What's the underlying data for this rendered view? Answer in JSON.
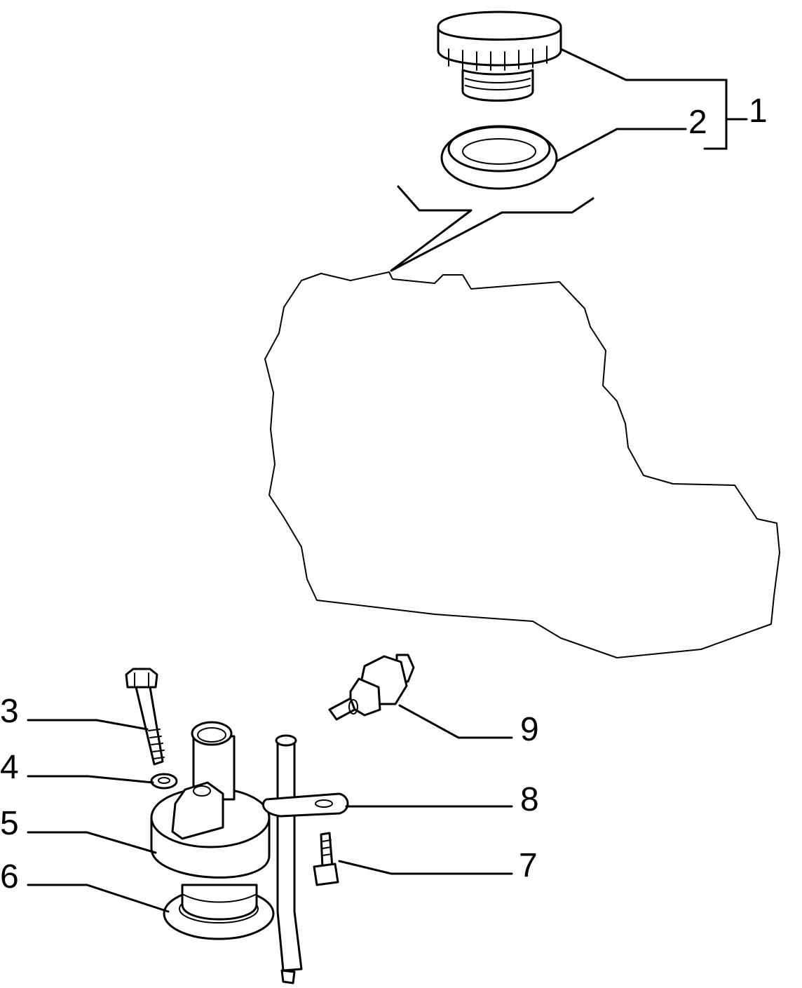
{
  "diagram": {
    "callouts": [
      {
        "number": "1",
        "part": "filler cap assembly"
      },
      {
        "number": "2",
        "part": "cap seal ring"
      },
      {
        "number": "3",
        "part": "bolt"
      },
      {
        "number": "4",
        "part": "washer"
      },
      {
        "number": "5",
        "part": "filler neck"
      },
      {
        "number": "6",
        "part": "gasket"
      },
      {
        "number": "7",
        "part": "screw"
      },
      {
        "number": "8",
        "part": "bracket"
      },
      {
        "number": "9",
        "part": "sensor switch"
      }
    ]
  }
}
